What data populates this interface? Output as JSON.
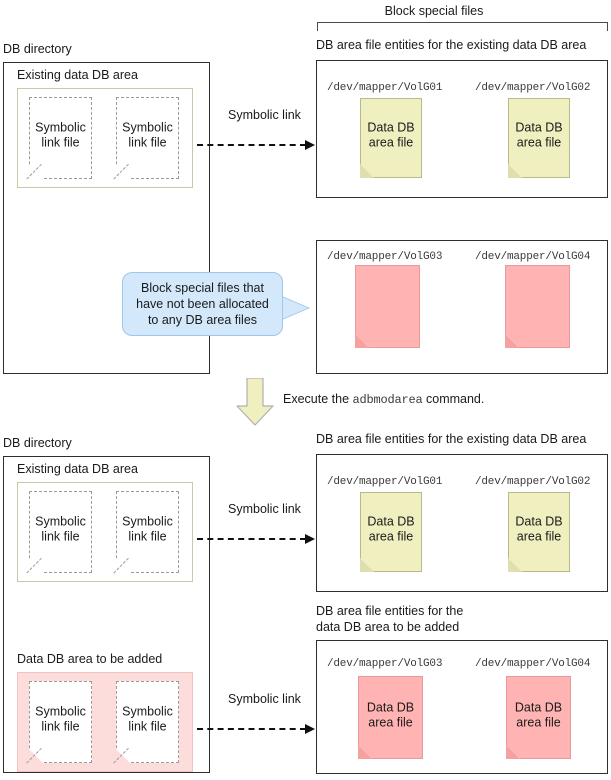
{
  "diagram": {
    "top_bracket_label": "Block special files",
    "command_note": {
      "prefix": "Execute the ",
      "command": "adbmodarea",
      "suffix": " command."
    },
    "callout": {
      "text": "Block special files that have not been allocated to any DB area files"
    },
    "colors": {
      "yellow_fill": "#EFEFC0",
      "pink_fill": "#FFB3B3",
      "pink_light_fill": "#FDDCDC",
      "callout_fill": "#D4E8FB",
      "callout_border": "#9CC8EA",
      "outline": "#2E2E2E"
    },
    "before": {
      "db_directory_label": "DB directory",
      "existing_area_label": "Existing data DB area",
      "symbolic_link_files": [
        {
          "line1": "Symbolic",
          "line2": "link file"
        },
        {
          "line1": "Symbolic",
          "line2": "link file"
        }
      ],
      "symbolic_link_arrow_label": "Symbolic link",
      "entities_existing_label": "DB area file entities for the existing data DB area",
      "existing_entities": [
        {
          "device": "/dev/mapper/VolG01",
          "line1": "Data DB",
          "line2": "area file"
        },
        {
          "device": "/dev/mapper/VolG02",
          "line1": "Data DB",
          "line2": "area file"
        }
      ],
      "unallocated_entities": [
        {
          "device": "/dev/mapper/VolG03",
          "line1": "",
          "line2": ""
        },
        {
          "device": "/dev/mapper/VolG04",
          "line1": "",
          "line2": ""
        }
      ]
    },
    "after": {
      "db_directory_label": "DB directory",
      "existing_area_label": "Existing data DB area",
      "added_area_label": "Data DB area to be added",
      "existing_symbolic_link_files": [
        {
          "line1": "Symbolic",
          "line2": "link file"
        },
        {
          "line1": "Symbolic",
          "line2": "link file"
        }
      ],
      "added_symbolic_link_files": [
        {
          "line1": "Symbolic",
          "line2": "link file"
        },
        {
          "line1": "Symbolic",
          "line2": "link file"
        }
      ],
      "symbolic_link_arrow_label_existing": "Symbolic link",
      "symbolic_link_arrow_label_added": "Symbolic link",
      "entities_existing_label": "DB area file entities for the existing data DB area",
      "entities_added_label_line1": "DB area file entities for the",
      "entities_added_label_line2": "data DB area to be added",
      "existing_entities": [
        {
          "device": "/dev/mapper/VolG01",
          "line1": "Data DB",
          "line2": "area file"
        },
        {
          "device": "/dev/mapper/VolG02",
          "line1": "Data DB",
          "line2": "area file"
        }
      ],
      "added_entities": [
        {
          "device": "/dev/mapper/VolG03",
          "line1": "Data DB",
          "line2": "area file"
        },
        {
          "device": "/dev/mapper/VolG04",
          "line1": "Data DB",
          "line2": "area file"
        }
      ]
    }
  }
}
